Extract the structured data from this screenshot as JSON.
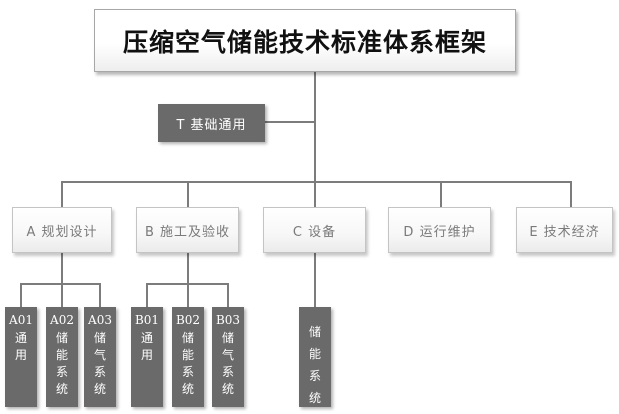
{
  "title": "压缩空气储能技术标准体系框架",
  "general": {
    "label": "T  基础通用"
  },
  "categories": [
    {
      "label": "A  规划设计"
    },
    {
      "label": "B  施工及验收"
    },
    {
      "label": "C  设备"
    },
    {
      "label": "D  运行维护"
    },
    {
      "label": "E  技术经济"
    }
  ],
  "leaves": [
    {
      "code": "A01",
      "name": "通用"
    },
    {
      "code": "A02",
      "name": "储能系统"
    },
    {
      "code": "A03",
      "name": "储气系统"
    },
    {
      "code": "B01",
      "name": "通用"
    },
    {
      "code": "B02",
      "name": "储能系统"
    },
    {
      "code": "B03",
      "name": "储气系统"
    },
    {
      "code": "",
      "name": "储能系统"
    }
  ],
  "colors": {
    "dark_box": "#6a6a6a",
    "light_box_text": "#7a7a7a",
    "connector": "#7c7c7c"
  }
}
